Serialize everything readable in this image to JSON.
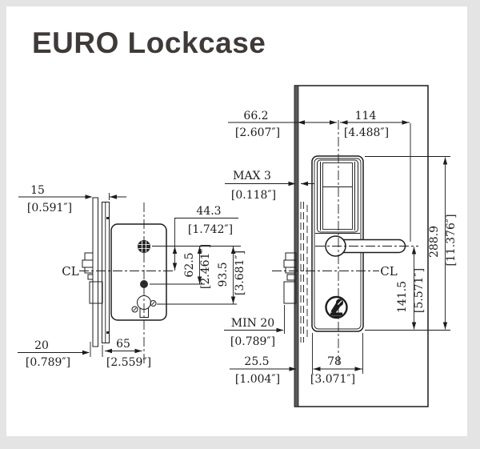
{
  "title": "EURO Lockcase",
  "colors": {
    "ink": "#1c1c1c",
    "title_ink": "#3f3a3a",
    "paper": "#ffffff",
    "frame": "#e4e4e4",
    "door_edge_fill": "#595959",
    "hole_fill": "#2b2b2b"
  },
  "labels": {
    "centerline": "CL"
  },
  "dims": {
    "backset_top": {
      "mm": "66.2",
      "in": "[2.607″]"
    },
    "lever_length": {
      "mm": "114",
      "in": "[4.488″]"
    },
    "door_gap": {
      "mm": "MAX 3",
      "in": "[0.118″]"
    },
    "faceplate_width": {
      "mm": "15",
      "in": "[0.591″]"
    },
    "spindle_to_cl": {
      "mm": "44.3",
      "in": "[1.742″]"
    },
    "spindle_to_hole": {
      "mm": "62.5",
      "in": "[2.461″]"
    },
    "spindle_to_cyl": {
      "mm": "93.5",
      "in": "[3.681″]"
    },
    "plate_height": {
      "mm": "288.9",
      "in": "[11.376″]"
    },
    "lever_to_bottom": {
      "mm": "141.5",
      "in": "[5.571″]"
    },
    "bolt_throw": {
      "mm": "MIN 20",
      "in": "[0.789″]"
    },
    "case_depth": {
      "mm": "20",
      "in": "[0.789″]"
    },
    "backset_side": {
      "mm": "65",
      "in": "[2.559″]"
    },
    "edge_to_plate": {
      "mm": "25.5",
      "in": "[1.004″]"
    },
    "plate_width": {
      "mm": "78",
      "in": "[3.071″]"
    }
  }
}
